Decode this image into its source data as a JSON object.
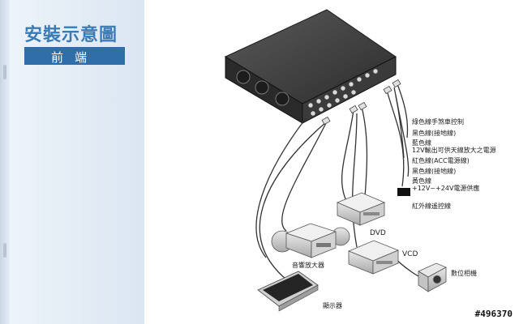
{
  "sidebar": {
    "title": "安裝示意圖",
    "section": "前端"
  },
  "wire_labels": [
    "綠色線手煞車控制",
    "黑色線(接地線)",
    "藍色線",
    "12V輸出可供天線放大之電源",
    "紅色線(ACC電源線)",
    "黑色線(接地線)",
    "黃色線",
    "+12V~+24V電源供應",
    "紅外線遙控線"
  ],
  "devices": {
    "dvd": "DVD",
    "vcd": "VCD",
    "amplifier": "音響放大器",
    "camera": "數位相機",
    "display": "顯示器"
  },
  "page_number": "#496370"
}
